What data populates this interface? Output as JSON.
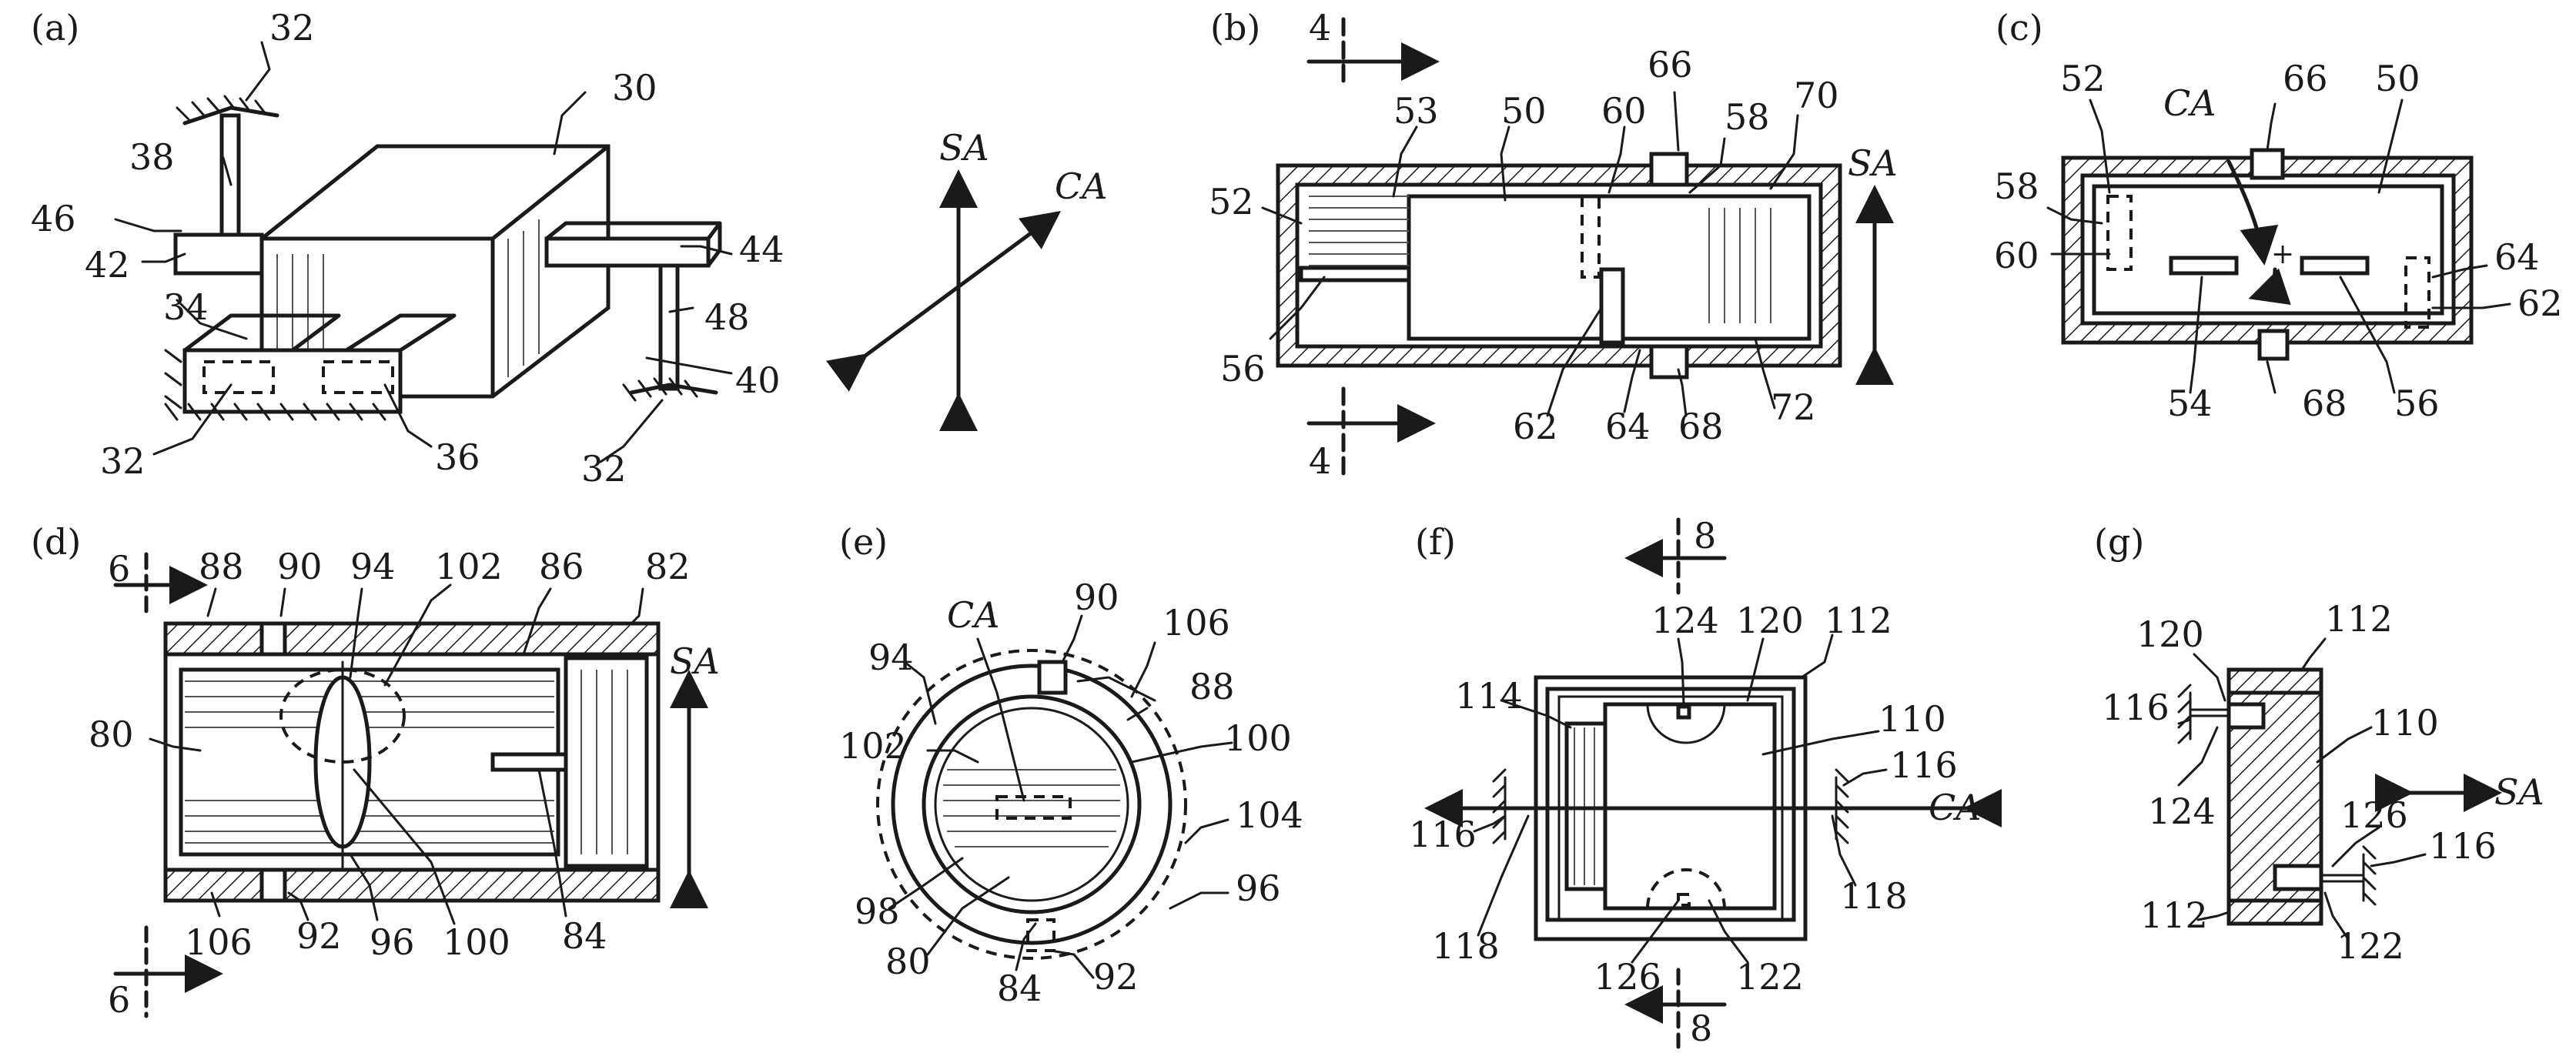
{
  "panels": {
    "a": {
      "label": "(a)",
      "refs": [
        "32",
        "30",
        "38",
        "46",
        "44",
        "42",
        "34",
        "48",
        "40",
        "32",
        "36",
        "32"
      ],
      "axes": [
        "SA",
        "CA"
      ]
    },
    "b": {
      "label": "(b)",
      "refs": [
        "66",
        "53",
        "50",
        "60",
        "58",
        "70",
        "52",
        "56",
        "62",
        "64",
        "68",
        "72"
      ],
      "section": [
        "4",
        "4"
      ],
      "axis": "SA"
    },
    "c": {
      "label": "(c)",
      "refs": [
        "52",
        "66",
        "50",
        "58",
        "60",
        "64",
        "62",
        "54",
        "68",
        "56"
      ],
      "axis": "CA"
    },
    "d": {
      "label": "(d)",
      "refs": [
        "88",
        "90",
        "94",
        "102",
        "86",
        "82",
        "80",
        "106",
        "92",
        "96",
        "100",
        "84"
      ],
      "section": [
        "6",
        "6"
      ],
      "axis": "SA"
    },
    "e": {
      "label": "(e)",
      "refs": [
        "90",
        "106",
        "94",
        "88",
        "102",
        "100",
        "104",
        "96",
        "98",
        "80",
        "84",
        "92"
      ],
      "axis": "CA"
    },
    "f": {
      "label": "(f)",
      "refs": [
        "124",
        "120",
        "112",
        "114",
        "110",
        "116",
        "116",
        "118",
        "118",
        "126",
        "122"
      ],
      "section": [
        "8",
        "8"
      ],
      "axis": "CA"
    },
    "g": {
      "label": "(g)",
      "refs": [
        "120",
        "112",
        "116",
        "110",
        "124",
        "126",
        "116",
        "112",
        "122"
      ],
      "axis": "SA"
    }
  }
}
